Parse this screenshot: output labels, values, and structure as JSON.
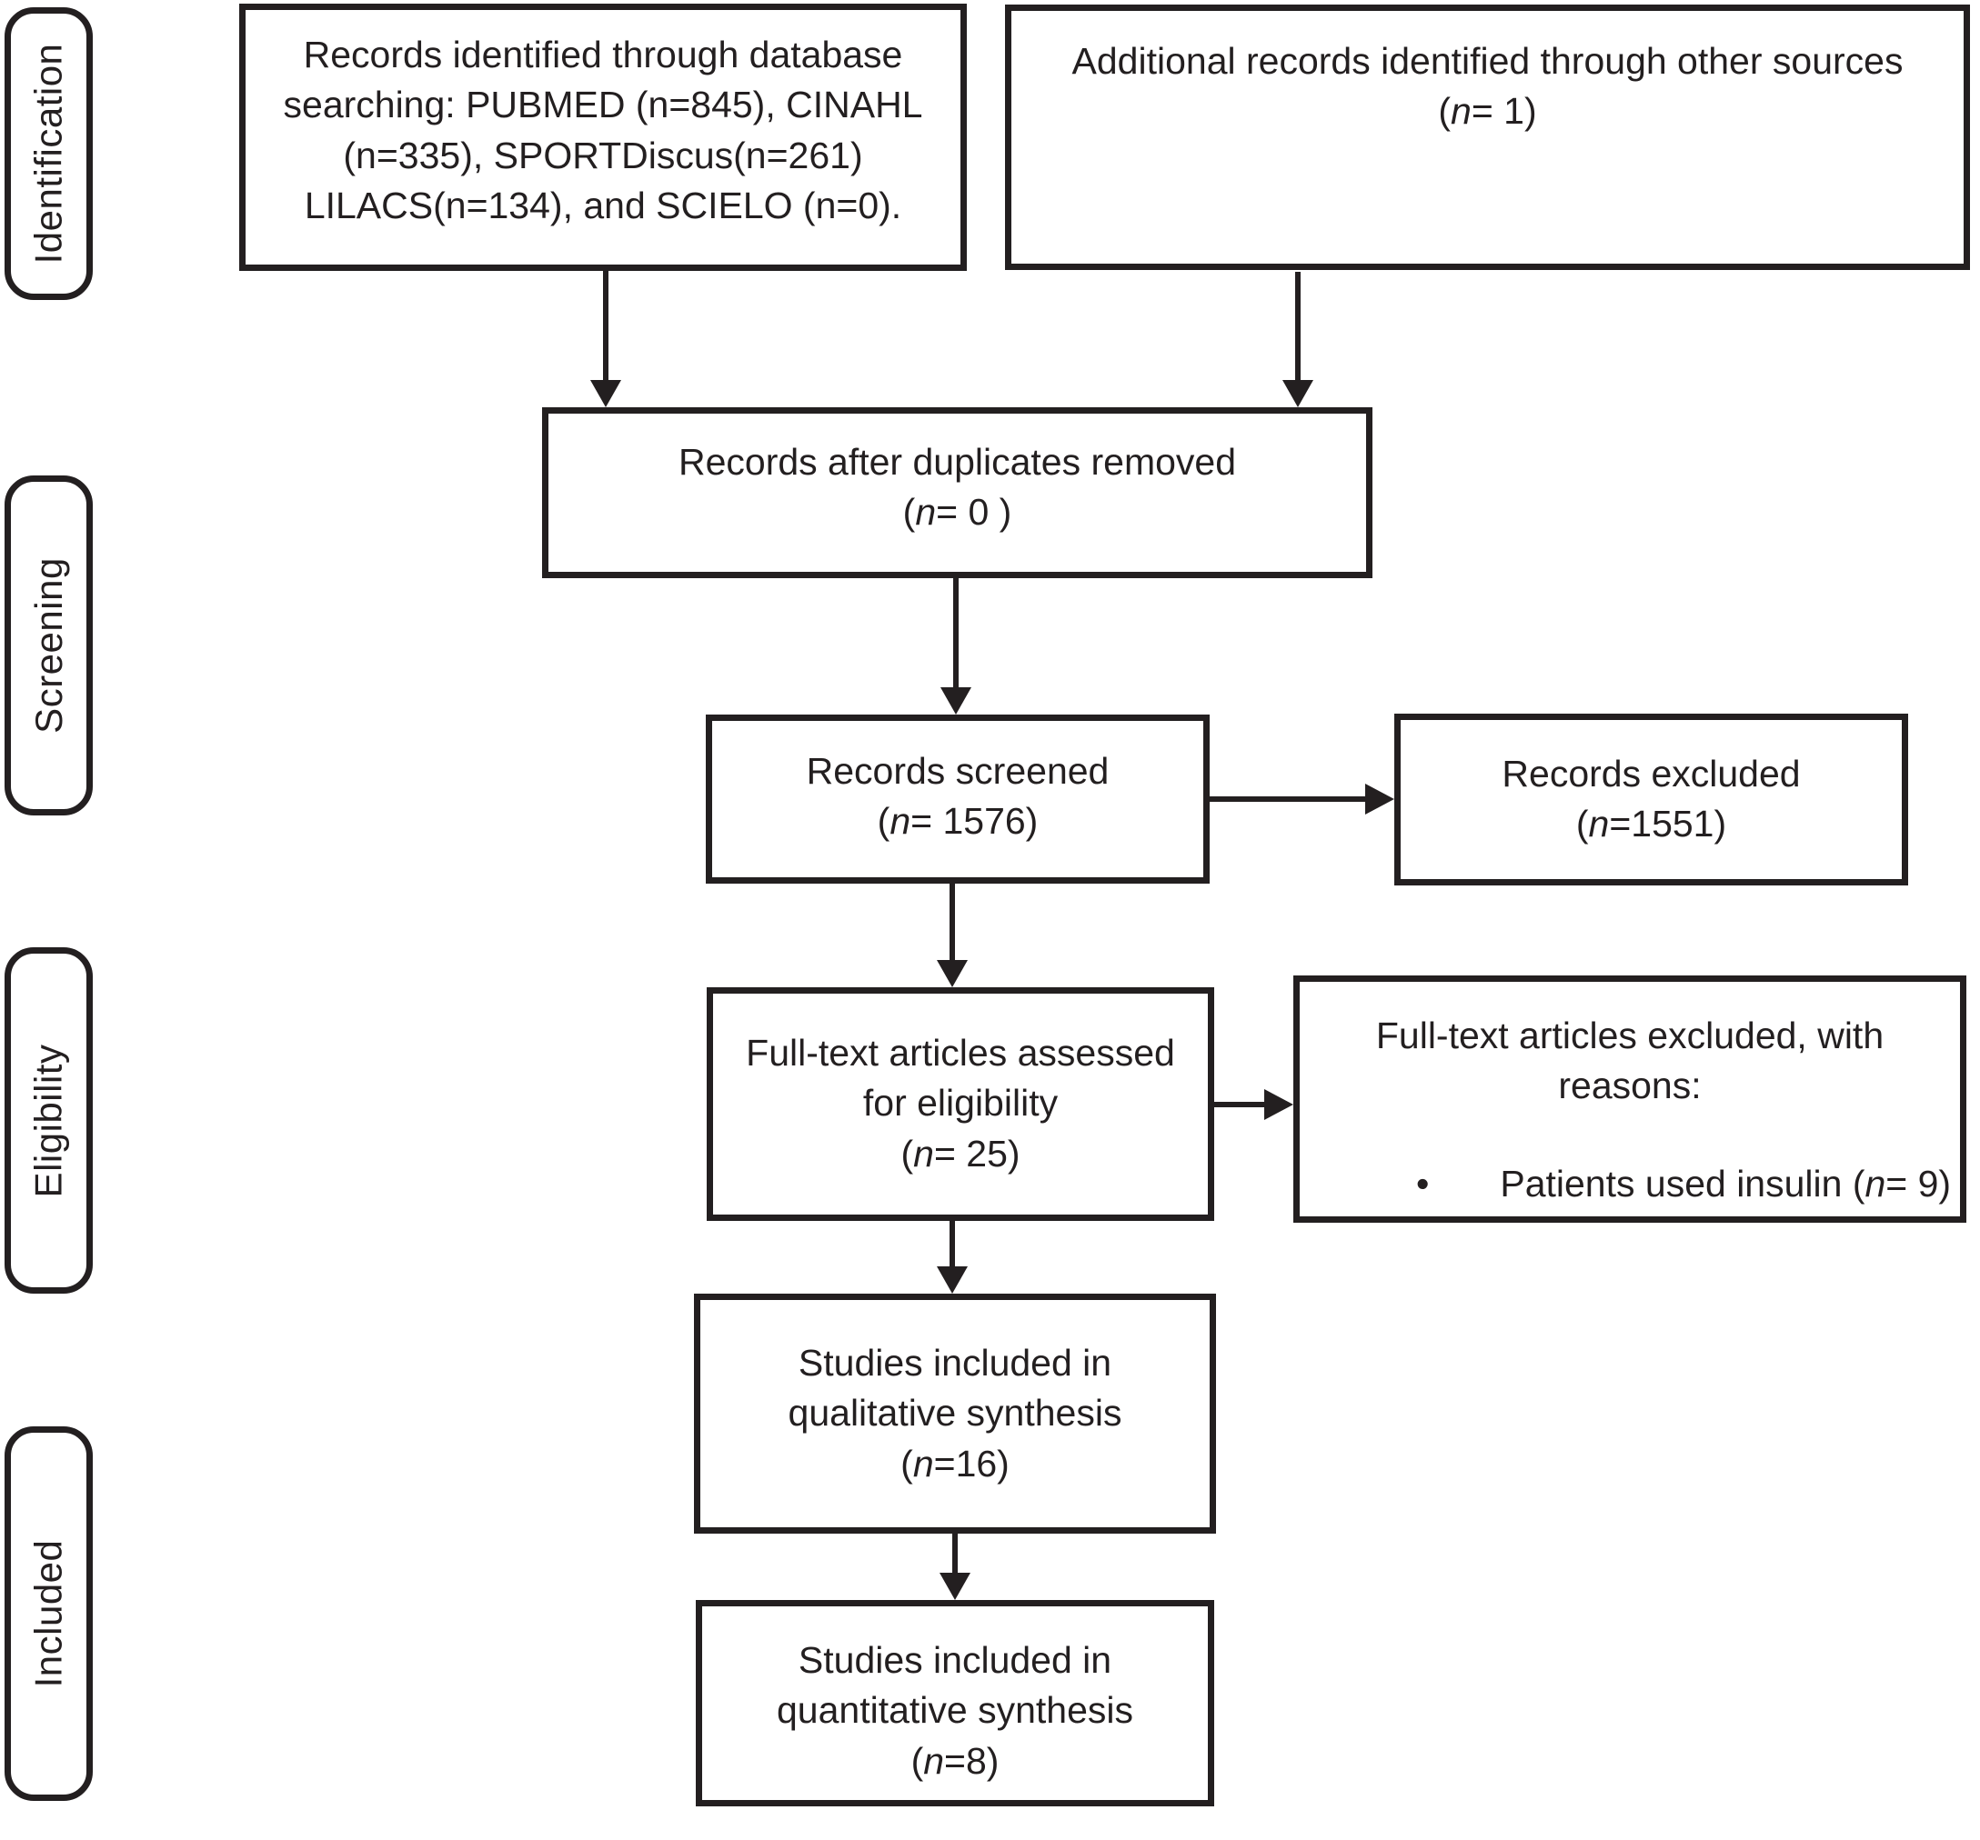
{
  "colors": {
    "ink": "#231f20",
    "background": "#ffffff"
  },
  "stages": [
    {
      "label": "Identification"
    },
    {
      "label": "Screening"
    },
    {
      "label": "Eligibility"
    },
    {
      "label": "Included"
    }
  ],
  "boxes": {
    "database": {
      "lines": [
        "Records identified through database",
        "searching: PUBMED (n=845), CINAHL",
        "(n=335), SPORTDiscus(n=261)",
        "LILACS(n=134), and SCIELO (n=0)."
      ]
    },
    "additional": {
      "lines": [
        "Additional records identified through other sources",
        "(n= 1)"
      ]
    },
    "duplicates": {
      "lines": [
        "Records after duplicates removed",
        "(n= 0 )"
      ]
    },
    "screened": {
      "lines": [
        "Records screened",
        "(n= 1576)"
      ]
    },
    "excluded": {
      "lines": [
        "Records excluded",
        "(n=1551)"
      ]
    },
    "fulltext": {
      "lines": [
        "Full-text articles assessed",
        "for eligibility",
        "(n= 25)"
      ]
    },
    "reasons": {
      "heading_lines": [
        "Full-text articles excluded, with",
        "reasons:"
      ],
      "bullet_marker": "•",
      "bullet": "Patients used insulin (n= 9)"
    },
    "qualitative": {
      "lines": [
        "Studies included in",
        "qualitative synthesis",
        "(n=16)"
      ]
    },
    "quantitative": {
      "lines": [
        "Studies included in",
        "quantitative synthesis",
        "(n=8)"
      ]
    }
  }
}
